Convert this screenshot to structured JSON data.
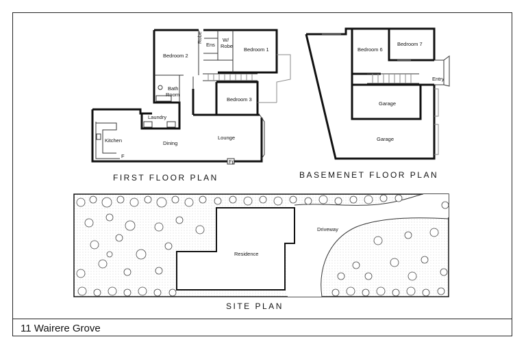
{
  "titles": {
    "first_floor": "FIRST FLOOR PLAN",
    "basement": "BASEMENET FLOOR PLAN",
    "site": "SITE PLAN"
  },
  "address": "11 Wairere Grove",
  "first_floor_rooms": {
    "robe": "Robe",
    "ens": "Ens",
    "w_robe_1": "W/",
    "w_robe_2": "Robe",
    "bedroom1": "Bedroom 1",
    "bedroom2": "Bedroom 2",
    "bath_1": "Bath",
    "bath_2": "Room",
    "bedroom3": "Bedroom 3",
    "laundry": "Laundry",
    "kitchen": "Kitchen",
    "dining": "Dining",
    "lounge": "Lounge",
    "fp": "Fp",
    "f": "F"
  },
  "basement_rooms": {
    "bedroom6": "Bedroom 6",
    "bedroom7": "Bedroom 7",
    "entry": "Entry",
    "garage_upper": "Garage",
    "garage_lower": "Garage"
  },
  "site_labels": {
    "residence": "Residence",
    "driveway": "Driveway"
  }
}
